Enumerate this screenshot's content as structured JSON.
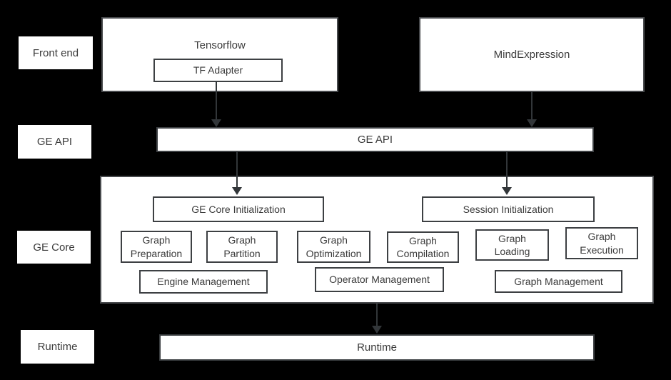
{
  "colors": {
    "background": "#000000",
    "box_fill": "#ffffff",
    "box_border": "#3d4043",
    "text": "#3b3b3b",
    "arrow": "#323639"
  },
  "rows": [
    {
      "label": "Front end"
    },
    {
      "label": "GE API"
    },
    {
      "label": "GE Core"
    },
    {
      "label": "Runtime"
    }
  ],
  "front_end": {
    "tensorflow": {
      "title": "Tensorflow",
      "adapter": "TF Adapter"
    },
    "mind_expression": {
      "title": "MindExpression"
    }
  },
  "ge_api": {
    "label": "GE API"
  },
  "ge_core": {
    "init_boxes": [
      "GE Core Initialization",
      "Session Initialization"
    ],
    "stages": [
      "Graph Preparation",
      "Graph Partition",
      "Graph Optimization",
      "Graph Compilation",
      "Graph Loading",
      "Graph Execution"
    ],
    "management": [
      "Engine Management",
      "Operator Management",
      "Graph Management"
    ]
  },
  "runtime": {
    "label": "Runtime"
  }
}
